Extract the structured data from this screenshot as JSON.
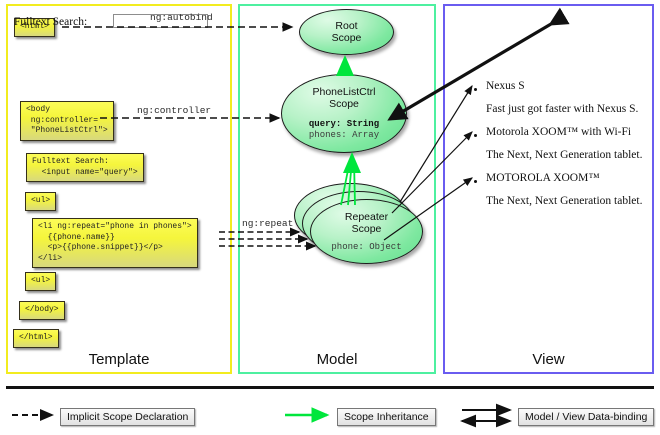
{
  "columns": {
    "template": {
      "title": "Template",
      "border_color": "#f2ec1f"
    },
    "model": {
      "title": "Model",
      "border_color": "#4df0a0"
    },
    "view": {
      "title": "View",
      "border_color": "#6a5cf0"
    }
  },
  "template": {
    "boxes": [
      {
        "id": "html-open",
        "code": "<html>"
      },
      {
        "id": "body-open",
        "code": "<body\n ng:controller=\n \"PhoneListCtrl\">"
      },
      {
        "id": "search",
        "code": "Fulltext Search:\n  <input name=\"query\">"
      },
      {
        "id": "ul-open",
        "code": "<ul>"
      },
      {
        "id": "li-repeat",
        "code": "<li ng:repeat=\"phone in phones\">\n  {{phone.name}}\n  <p>{{phone.snippet}}</p>\n</li>"
      },
      {
        "id": "ul-close",
        "code": "<ul>"
      },
      {
        "id": "body-close",
        "code": "</body>"
      },
      {
        "id": "html-close",
        "code": "</html>"
      }
    ]
  },
  "model": {
    "scopes": [
      {
        "id": "root-scope",
        "title_line1": "Root",
        "title_line2": "Scope",
        "props": []
      },
      {
        "id": "phonelist-scope",
        "title_line1": "PhoneListCtrl",
        "title_line2": "Scope",
        "props": [
          {
            "text": "query: String",
            "bold": true
          },
          {
            "text": "phones: Array",
            "bold": false
          }
        ]
      },
      {
        "id": "repeater-scope",
        "title_line1": "Repeater",
        "title_line2": "Scope",
        "props": [
          {
            "text": "phone: Object",
            "bold": false
          }
        ]
      }
    ]
  },
  "view": {
    "search_label": "Fulltext Search:",
    "search_value": "",
    "search_placeholder": "",
    "items": [
      {
        "name": "Nexus S",
        "snippet": "Fast just got faster with Nexus S."
      },
      {
        "name": "Motorola XOOM™  with Wi-Fi",
        "snippet": "The Next, Next Generation tablet."
      },
      {
        "name": "MOTOROLA XOOM™",
        "snippet": "The Next, Next Generation tablet."
      }
    ]
  },
  "edges": {
    "autobind": "ng:autobind",
    "controller": "ng:controller",
    "repeat": "ng:repeat"
  },
  "legend": {
    "items": [
      {
        "id": "implicit-scope-declaration",
        "label": "Implicit Scope Declaration",
        "style": "dashed-arrow",
        "color": "#111111"
      },
      {
        "id": "scope-inheritance",
        "label": "Scope Inheritance",
        "style": "solid-arrow",
        "color": "#00e63c"
      },
      {
        "id": "model-view-data-binding",
        "label": "Model / View Data-binding",
        "style": "double-arrow",
        "color": "#111111"
      }
    ]
  }
}
